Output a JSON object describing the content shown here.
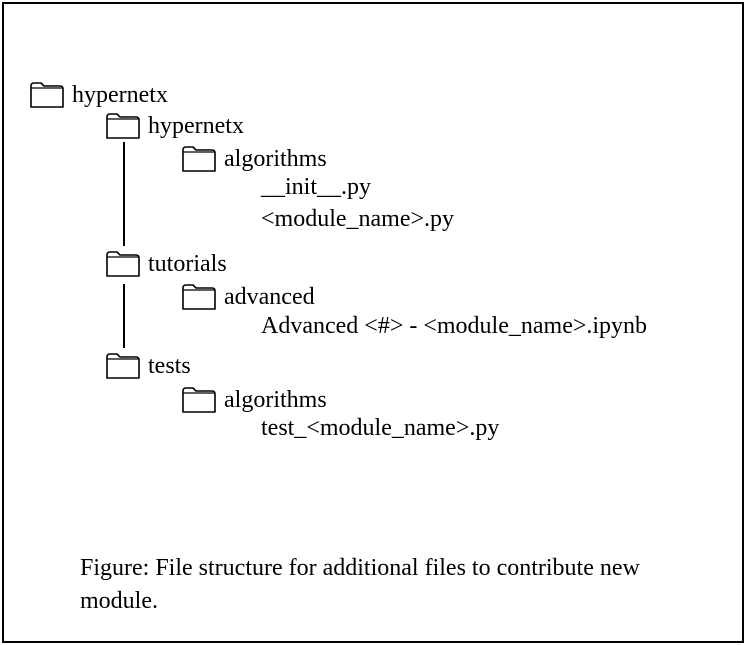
{
  "tree": {
    "root": {
      "label": "hypernetx",
      "icon": "folder-icon"
    },
    "package": {
      "label": "hypernetx",
      "icon": "folder-icon"
    },
    "package_algorithms": {
      "label": "algorithms",
      "icon": "folder-icon"
    },
    "init_file": {
      "label": "__init__.py"
    },
    "module_file": {
      "label": "<module_name>.py"
    },
    "tutorials": {
      "label": "tutorials",
      "icon": "folder-icon"
    },
    "advanced": {
      "label": "advanced",
      "icon": "folder-icon"
    },
    "notebook_file": {
      "label": "Advanced <#> - <module_name>.ipynb"
    },
    "tests": {
      "label": "tests",
      "icon": "folder-icon"
    },
    "tests_algorithms": {
      "label": "algorithms",
      "icon": "folder-icon"
    },
    "test_file": {
      "label": "test_<module_name>.py"
    }
  },
  "caption": "Figure: File structure for additional files to contribute new module."
}
